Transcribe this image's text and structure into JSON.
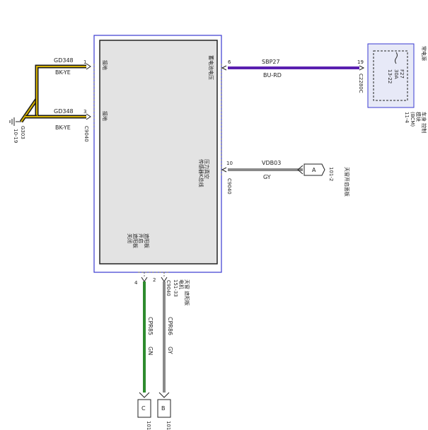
{
  "module": {
    "name": "天窗遮阳板电机",
    "ref": "151-33",
    "pin_labels": {
      "p1": "接地",
      "p3": "接地",
      "p6": "蓄电池电压",
      "p10": "压力真空传感器K总线",
      "motor": "遮阳板开启\n遮阳板关闭"
    },
    "connector_left": "C9040",
    "connector_right": "C9040",
    "connector_bottom": "C9040"
  },
  "wires": {
    "w1": {
      "pin": "1",
      "circuit": "GD348",
      "color": "BK-YE"
    },
    "w3": {
      "pin": "3",
      "circuit": "GD348",
      "color": "BK-YE"
    },
    "w6": {
      "pin": "6",
      "circuit": "SBP27",
      "color": "BU-RD"
    },
    "w10": {
      "pin": "10",
      "circuit": "VDB03",
      "color": "GY"
    },
    "w4": {
      "pin": "4",
      "circuit": "CPR85",
      "color": "GN"
    },
    "w2": {
      "pin": "2",
      "circuit": "CPR86",
      "color": "GY"
    }
  },
  "ground": {
    "name": "G303",
    "ref": "10-19"
  },
  "fuse_box": {
    "title": "常电源",
    "pin": "19",
    "connector": "C2280C",
    "fuse": "F27",
    "amps": "30A",
    "ref": "13-22",
    "module_label": "车身控制模块(BCM)",
    "module_ref": "11-4"
  },
  "roof_panel": {
    "pin": "A",
    "ref": "101-2",
    "label": "天窗开启面板"
  },
  "bottom_connectors": {
    "left": {
      "pin": "C",
      "ref": "101"
    },
    "right": {
      "pin": "B",
      "ref": "101"
    }
  },
  "colors": {
    "bk_ye_outer": "#1a1a1a",
    "bk_ye_inner": "#d4b000",
    "bu_rd": "#5a1fb0",
    "gy": "#8a8a8a",
    "gn": "#2e8b2e",
    "module_border": "#3a3ad0"
  }
}
